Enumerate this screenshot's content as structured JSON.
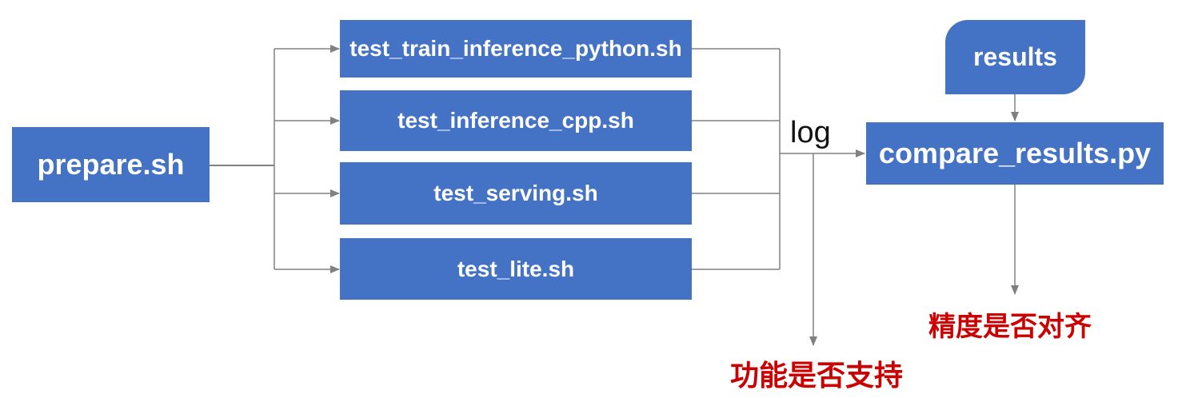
{
  "diagram": {
    "type": "flowchart",
    "colors": {
      "box_blue": "#4472C4",
      "line_gray": "#808080",
      "red_text": "#CC0000",
      "box_text": "#FFFFFF",
      "log_text": "#111111"
    },
    "nodes": {
      "prepare": {
        "label": "prepare.sh",
        "shape": "rectangle"
      },
      "tests": [
        {
          "label": "test_train_inference_python.sh",
          "shape": "rectangle"
        },
        {
          "label": "test_inference_cpp.sh",
          "shape": "rectangle"
        },
        {
          "label": "test_serving.sh",
          "shape": "rectangle"
        },
        {
          "label": "test_lite.sh",
          "shape": "rectangle"
        }
      ],
      "results": {
        "label": "results",
        "shape": "rounded-card"
      },
      "compare": {
        "label": "compare_results.py",
        "shape": "rectangle"
      }
    },
    "annotations": {
      "log_label": "log",
      "function_support": "功能是否支持",
      "precision_aligned": "精度是否对齐"
    },
    "edges": [
      "prepare.sh -> test_train_inference_python.sh",
      "prepare.sh -> test_inference_cpp.sh",
      "prepare.sh -> test_serving.sh",
      "prepare.sh -> test_lite.sh",
      "tests -> (log) -> compare_results.py",
      "log -> 功能是否支持",
      "results -> compare_results.py",
      "compare_results.py -> 精度是否对齐"
    ]
  }
}
